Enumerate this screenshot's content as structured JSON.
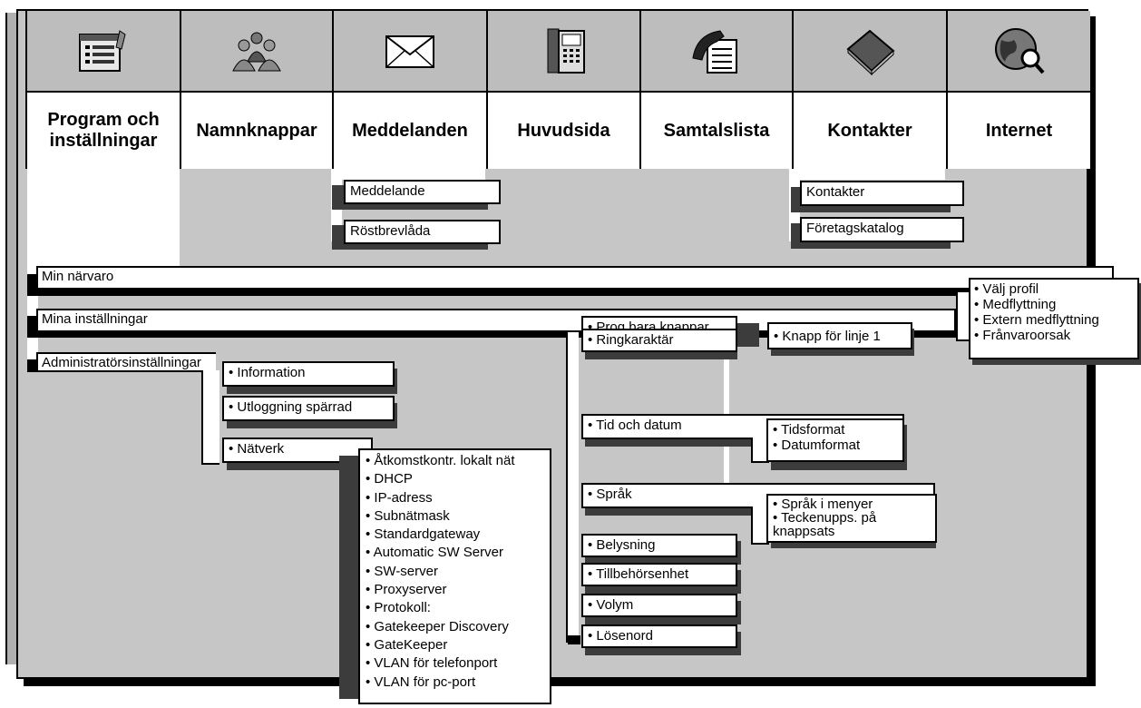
{
  "tabs": [
    {
      "label": "Program och inställningar",
      "icon": "settings-list-icon"
    },
    {
      "label": "Namnknappar",
      "icon": "people-icon"
    },
    {
      "label": "Meddelanden",
      "icon": "envelope-icon"
    },
    {
      "label": "Huvudsida",
      "icon": "desk-phone-icon"
    },
    {
      "label": "Samtalslista",
      "icon": "handset-list-icon"
    },
    {
      "label": "Kontakter",
      "icon": "address-book-icon"
    },
    {
      "label": "Internet",
      "icon": "globe-magnifier-icon"
    }
  ],
  "meddelanden_menu": [
    "Meddelande",
    "Röstbrevlåda"
  ],
  "kontakter_menu": [
    "Kontakter",
    "Företagskatalog"
  ],
  "rows": {
    "min_narvaro": "Min närvaro",
    "mina_installningar": "Mina inställningar",
    "admin": "Administratörsinställningar"
  },
  "narvaro_menu": [
    "Välj profil",
    "Medflyttning",
    "Extern medflyttning",
    "Frånvaroorsak"
  ],
  "admin_menu": [
    "Information",
    "Utloggning spärrad",
    "Nätverk"
  ],
  "natverk_menu": [
    "Åtkomstkontr. lokalt nät",
    "DHCP",
    "IP-adress",
    "Subnätmask",
    "Standardgateway",
    "Automatic SW Server",
    "SW-server",
    "Proxyserver",
    "Protokoll:",
    "Gatekeeper Discovery",
    "GateKeeper",
    "VLAN för telefonport",
    "VLAN för pc-port"
  ],
  "mina_menu": {
    "prog": "Prog.bara knappar",
    "prog_sub": "Knapp för linje 1",
    "ring": "Ringkaraktär",
    "tid": "Tid och datum",
    "tid_sub": [
      "Tidsformat",
      "Datumformat"
    ],
    "sprak": "Språk",
    "sprak_sub": [
      "Språk i menyer",
      "Teckenupps. på knappsats"
    ],
    "belysning": "Belysning",
    "tillbehor": "Tillbehörsenhet",
    "volym": "Volym",
    "losenord": "Lösenord"
  },
  "colors": {
    "panel": "#c6c6c6",
    "icon_bg": "#bdbdbd",
    "line": "#000000"
  }
}
